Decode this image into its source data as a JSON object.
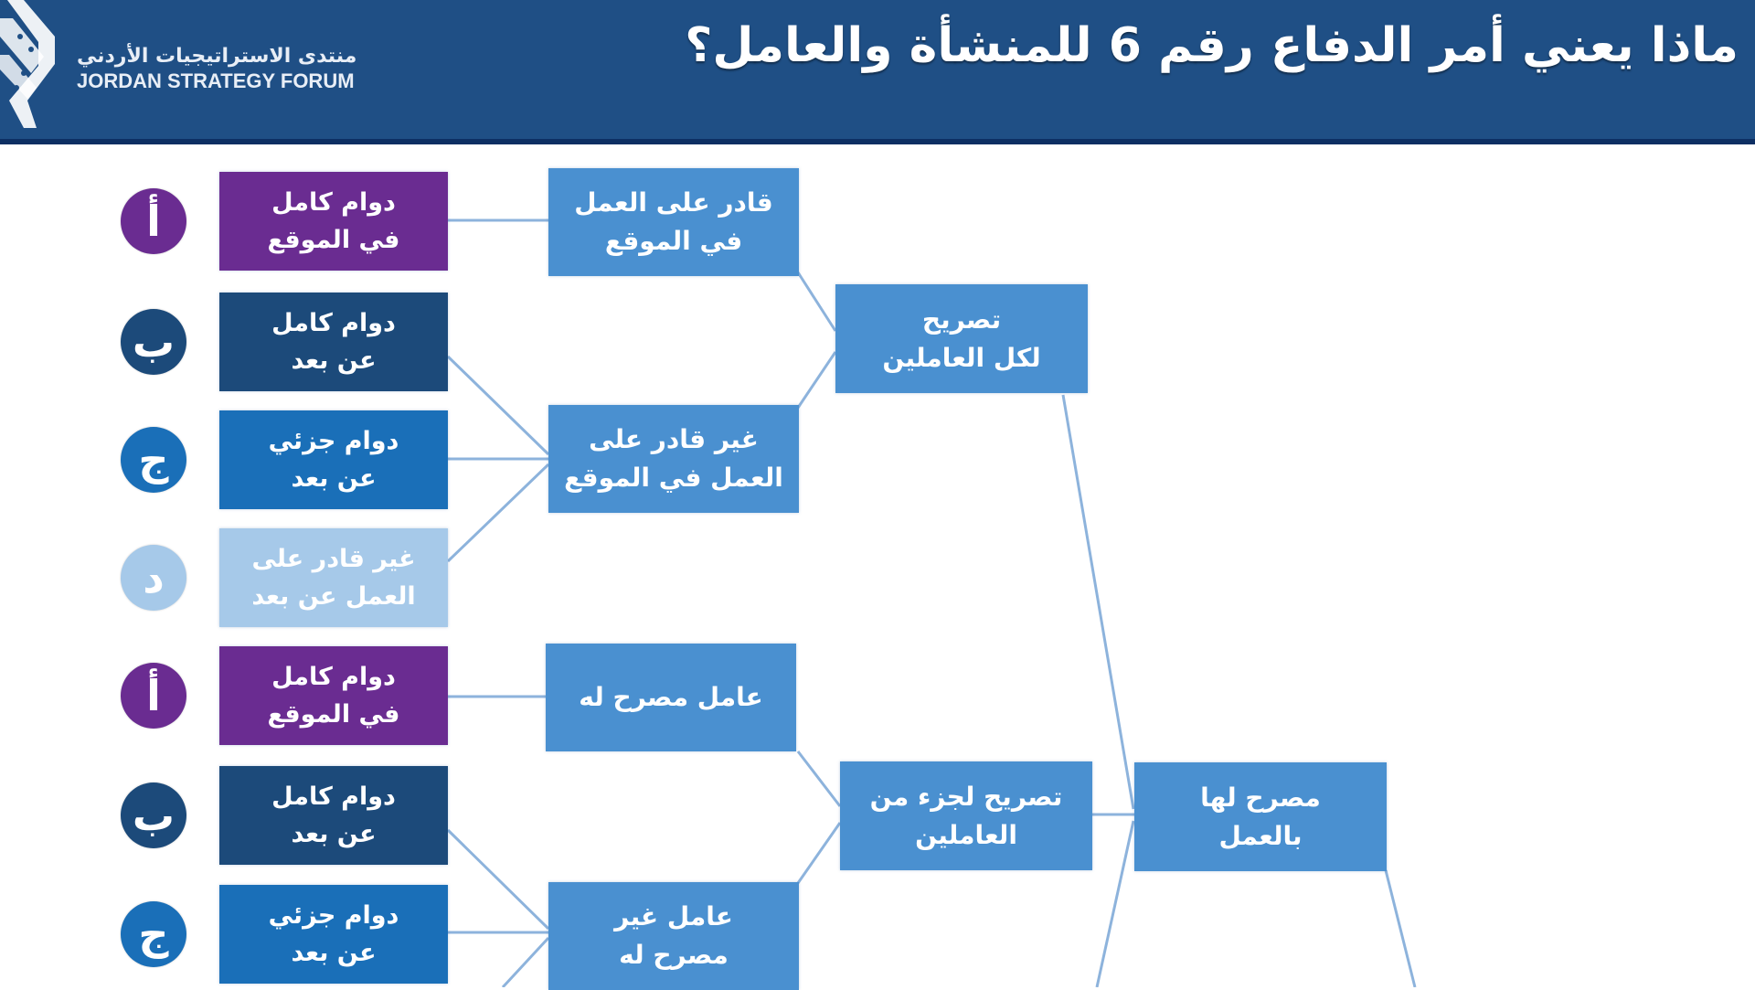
{
  "header": {
    "title": "ماذا يعني أمر الدفاع رقم 6 للمنشأة والعامل؟",
    "logo": {
      "arabic": "منتدى الاستراتيجيات الأردني",
      "english": "JORDAN STRATEGY FORUM",
      "icon": "jsf-logo-icon"
    },
    "bg_color": "#1f4f85"
  },
  "colors": {
    "purple": "#6a2c91",
    "navy": "#1c4a7a",
    "mid_blue": "#1a6fb8",
    "light_blue": "#a6c9e9",
    "node_blue": "#4a90d0",
    "connector": "#7aa6d6"
  },
  "options": [
    {
      "letter": "أ",
      "label": "دوام كامل\nفي الموقع",
      "color": "purple"
    },
    {
      "letter": "ب",
      "label": "دوام كامل\nعن بعد",
      "color": "navy"
    },
    {
      "letter": "ج",
      "label": "دوام جزئي\nعن بعد",
      "color": "mid_blue"
    },
    {
      "letter": "د",
      "label": "غير قادر على\nالعمل عن بعد",
      "color": "light_blue"
    },
    {
      "letter": "أ",
      "label": "دوام كامل\nفي الموقع",
      "color": "purple"
    },
    {
      "letter": "ب",
      "label": "دوام كامل\nعن بعد",
      "color": "navy"
    },
    {
      "letter": "ج",
      "label": "دوام جزئي\nعن بعد",
      "color": "mid_blue"
    }
  ],
  "worker_status": [
    {
      "label": "قادر على العمل\nفي الموقع"
    },
    {
      "label": "غير قادر على\nالعمل في الموقع"
    },
    {
      "label": "عامل مصرح له"
    },
    {
      "label": "عامل غير\nمصرح له"
    }
  ],
  "permit_type": [
    {
      "label": "تصريح\nلكل العاملين"
    },
    {
      "label": "تصريح لجزء من\nالعاملين"
    }
  ],
  "establishment": [
    {
      "label": "مصرح لها\nبالعمل"
    }
  ]
}
